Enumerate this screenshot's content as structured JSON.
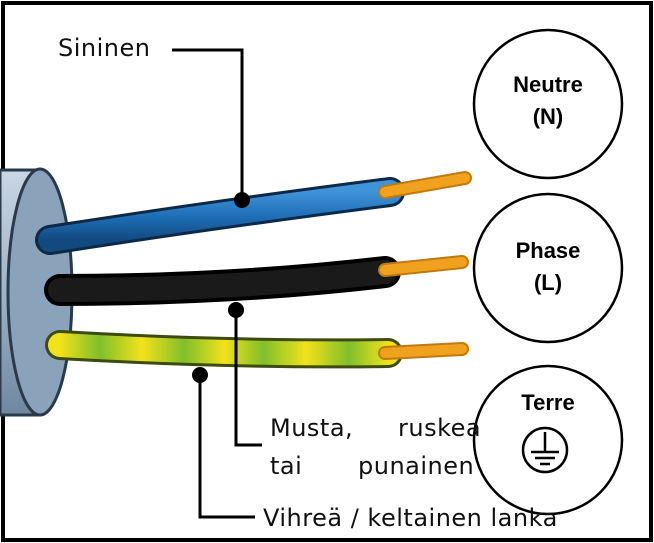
{
  "labels": {
    "blue": "Sininen",
    "black_line1": "Musta,",
    "black_line1b": "ruskea",
    "black_line2": "tai",
    "black_line2b": "punainen",
    "green": "Vihreä / keltainen lanka"
  },
  "terminals": {
    "neutral_name": "Neutre",
    "neutral_code": "(N)",
    "phase_name": "Phase",
    "phase_code": "(L)",
    "earth_name": "Terre"
  },
  "colors": {
    "frame": "#000000",
    "cable_sheath": "#9fb3c8",
    "wire_blue": "#1f6fb8",
    "wire_black": "#0a0a0a",
    "wire_green": "#7fbf2a",
    "wire_yellow": "#f2e21a",
    "copper": "#f0a21e"
  },
  "icons": {
    "earth": "ground-symbol-icon"
  }
}
